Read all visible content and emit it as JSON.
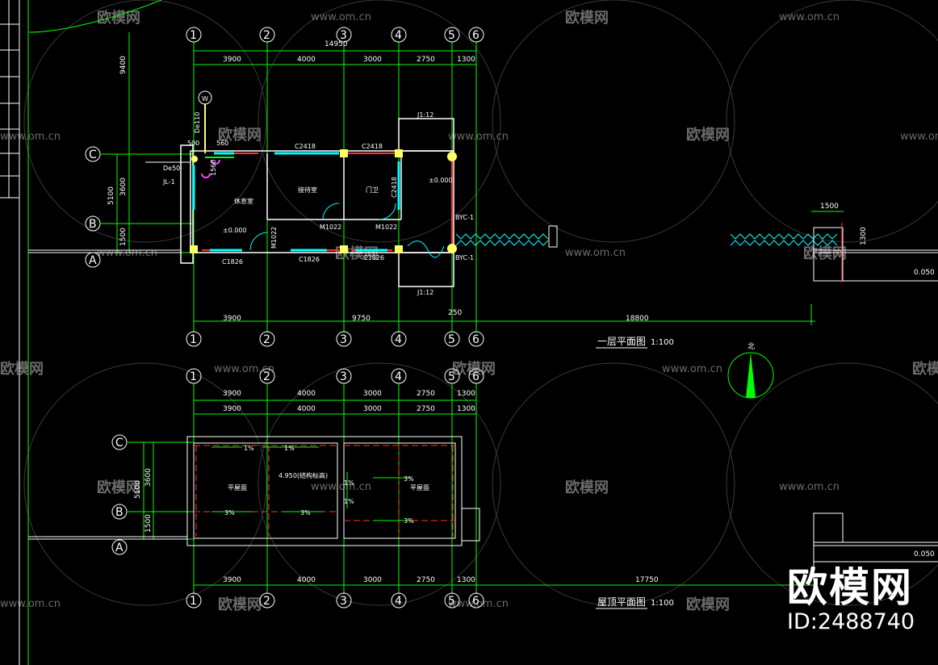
{
  "drawing": {
    "axis_labels_numbered": [
      "1",
      "2",
      "3",
      "4",
      "5",
      "6"
    ],
    "axis_labels_letters": [
      "C",
      "B",
      "A"
    ],
    "ground_floor": {
      "title": "一层平面图",
      "scale": "1:100",
      "overall_top": "14950",
      "top_dims": [
        "3900",
        "4000",
        "3000",
        "2750",
        "1300"
      ],
      "bottom_dims": [
        "3900",
        "9750",
        "18800"
      ],
      "bottom_small": "250",
      "side_dims": [
        "9400",
        "5100",
        "3600",
        "1500"
      ],
      "windows": [
        "C2418",
        "C2418",
        "C2418",
        "C1826",
        "C1826",
        "C1826"
      ],
      "doors": [
        "M1022",
        "M1022",
        "M1022"
      ],
      "rooms": [
        "休息室",
        "接待室",
        "门卫"
      ],
      "levels": [
        "±0.000",
        "±0.000"
      ],
      "ramps": [
        "J1:12",
        "J1:12"
      ],
      "gates": [
        "BYC-1",
        "BYC-1"
      ],
      "pipe_labels": [
        "De110",
        "De50",
        "JL-1",
        "500",
        "560",
        "1560"
      ],
      "wall_marker": "W",
      "right_dims": [
        "1500",
        "1300"
      ],
      "right_level": "0.050"
    },
    "roof": {
      "title": "屋顶平面图",
      "scale": "1:100",
      "top_dims_a": [
        "3900",
        "4000",
        "3000",
        "2750",
        "1300"
      ],
      "top_dims_b": [
        "3900",
        "4000",
        "3000",
        "2750",
        "1300"
      ],
      "bottom_dims": [
        "3900",
        "4000",
        "3000",
        "2750",
        "1300",
        "17750"
      ],
      "side_dims": [
        "5100",
        "3600",
        "1500"
      ],
      "slopes": [
        "1%",
        "1%",
        "3%",
        "3%",
        "1%",
        "3%",
        "3%",
        "1%"
      ],
      "roof_level": "4.950(结构标高)",
      "roof_notes": [
        "平屋面",
        "平屋面"
      ],
      "right_level": "0.050"
    },
    "north_label": "北"
  },
  "watermark": {
    "brand": "欧模网",
    "url": "www.om.cn"
  },
  "brand_badge": {
    "name": "欧模网",
    "id": "ID:2488740"
  },
  "colors": {
    "background": "#000000",
    "grid": "#00ff00",
    "wall": "#ffffff",
    "red": "#ff3030",
    "cyan": "#00ffff",
    "yellow": "#ffff66",
    "magenta": "#ff40ff"
  }
}
